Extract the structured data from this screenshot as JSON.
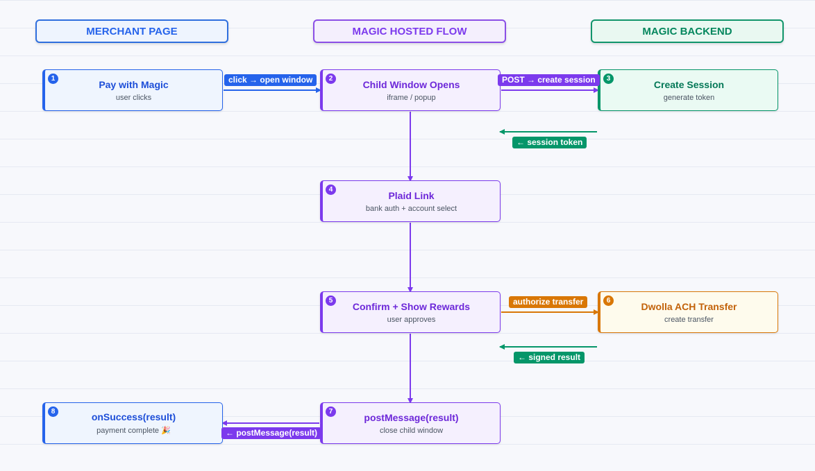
{
  "columns": {
    "merchant": "MERCHANT PAGE",
    "hosted": "MAGIC HOSTED FLOW",
    "backend": "MAGIC BACKEND"
  },
  "nodes": {
    "pay": {
      "num": "1",
      "title": "Pay with Magic",
      "sub": "user clicks"
    },
    "child_window": {
      "num": "2",
      "title": "Child Window Opens",
      "sub": "iframe / popup"
    },
    "create_session": {
      "num": "3",
      "title": "Create Session",
      "sub": "generate token"
    },
    "plaid": {
      "num": "4",
      "title": "Plaid Link",
      "sub": "bank auth + account select"
    },
    "confirm": {
      "num": "5",
      "title": "Confirm + Show Rewards",
      "sub": "user approves"
    },
    "dwolla": {
      "num": "6",
      "title": "Dwolla ACH Transfer",
      "sub": "create transfer"
    },
    "post_message": {
      "num": "7",
      "title": "postMessage(result)",
      "sub": "close child window"
    },
    "on_success": {
      "num": "8",
      "title": "onSuccess(result)",
      "sub": "payment complete 🎉"
    }
  },
  "edges": {
    "click_open": "click → open window",
    "post_create": "POST → create session",
    "session_token": "← session token",
    "authorize": "authorize transfer",
    "signed_result": "← signed result",
    "post_message_back": "← postMessage(result)"
  },
  "colors": {
    "merchant": "#2563eb",
    "hosted": "#7c3aed",
    "backend": "#059669",
    "dwolla": "#d97706"
  }
}
